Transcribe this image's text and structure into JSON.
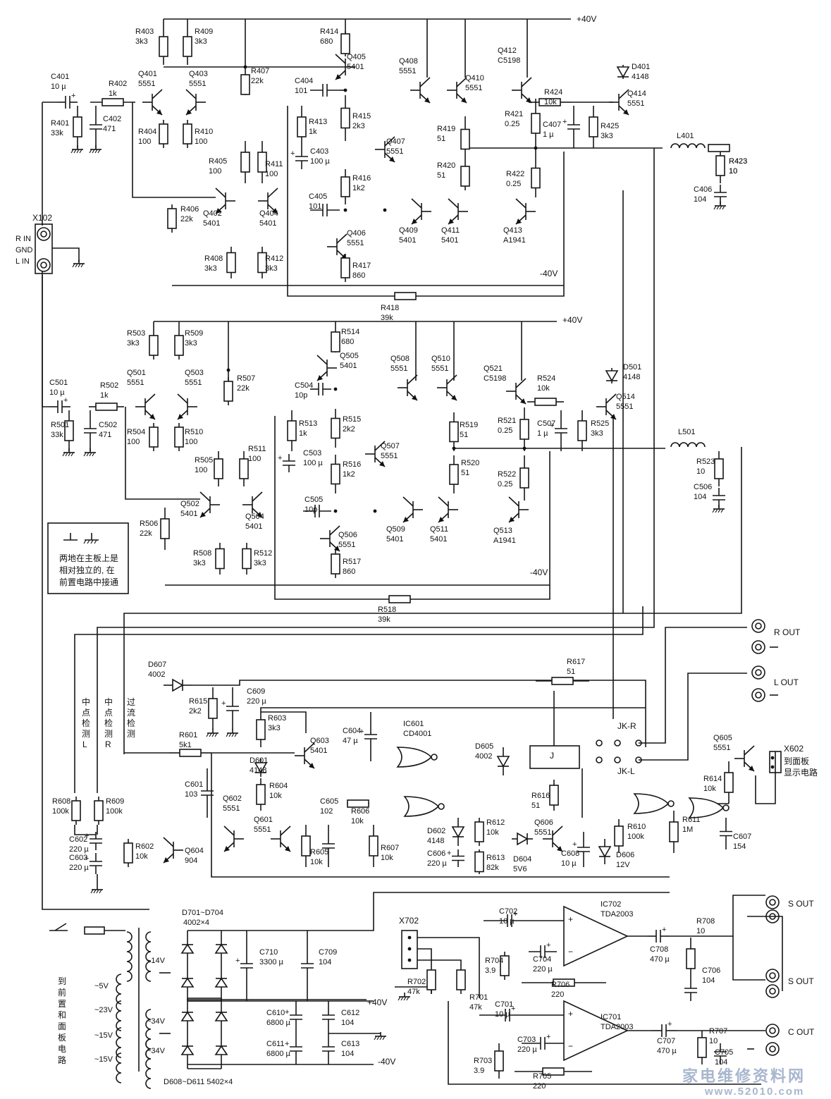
{
  "rails": {
    "pos40_a": "+40V",
    "pos40_b": "+40V",
    "neg40_a": "-40V",
    "neg40_b": "-40V",
    "pos40_c": "+40V",
    "neg40_c": "-40V"
  },
  "connectors": {
    "x102": "X102",
    "r_in": "R IN",
    "gnd": "GND",
    "l_in": "L IN",
    "r_out": "R OUT",
    "l_out": "L OUT",
    "x602": "X602",
    "x602_desc": [
      "到面板",
      "显示电路"
    ],
    "x702": "X702",
    "s_out_1": "S OUT",
    "s_out_2": "S OUT",
    "c_out": "C OUT",
    "jk_r": "JK-R",
    "jk_l": "JK-L",
    "relay": "J"
  },
  "note": {
    "lines": [
      "两地在主板上是",
      "相对独立的, 在",
      "前置电路中接通"
    ]
  },
  "detect_labels": [
    [
      "中",
      "点",
      "检",
      "测",
      "L"
    ],
    [
      "中",
      "点",
      "检",
      "测",
      "R"
    ],
    [
      "过",
      "流",
      "检",
      "测"
    ]
  ],
  "supply_note": [
    "到",
    "前",
    "置",
    "和",
    "面",
    "板",
    "电",
    "路"
  ],
  "supply_windings": [
    "~14V",
    "~34V",
    "~34V",
    "~5V",
    "~23V",
    "~15V",
    "~15V"
  ],
  "bridge_labels": [
    "D701~D704",
    "4002×4",
    "D608~D611  5402×4"
  ],
  "watermark": {
    "cn": "家电维修资料网",
    "url": "www.52010.com"
  },
  "components": {
    "ch_r": [
      [
        "R403",
        "3k3"
      ],
      [
        "R409",
        "3k3"
      ],
      [
        "R414",
        "680"
      ],
      [
        "Q405",
        "5401"
      ],
      [
        "Q408",
        "5551"
      ],
      [
        "Q412",
        "C5198"
      ],
      [
        "D401",
        "4148"
      ],
      [
        "C401",
        "10 µ"
      ],
      [
        "R402",
        "1k"
      ],
      [
        "Q401",
        "5551"
      ],
      [
        "Q403",
        "5551"
      ],
      [
        "R407",
        "22k"
      ],
      [
        "C404",
        "101"
      ],
      [
        "Q410",
        "5551"
      ],
      [
        "R424",
        "10k"
      ],
      [
        "Q414",
        "5551"
      ],
      [
        "R401",
        "33k"
      ],
      [
        "C402",
        "471"
      ],
      [
        "R413",
        "1k"
      ],
      [
        "R415",
        "2k3"
      ],
      [
        "R421",
        "0.25"
      ],
      [
        "C407",
        "1 µ"
      ],
      [
        "R425",
        "3k3"
      ],
      [
        "R404",
        "100"
      ],
      [
        "R410",
        "100"
      ],
      [
        "Q407",
        "5551"
      ],
      [
        "R419",
        "51"
      ],
      [
        "L401",
        ""
      ],
      [
        "C403",
        "100 µ"
      ],
      [
        "R405",
        "100"
      ],
      [
        "R411",
        "100"
      ],
      [
        "R420",
        "51"
      ],
      [
        "R422",
        "0.25"
      ],
      [
        "R423",
        "10"
      ],
      [
        "R416",
        "1k2"
      ],
      [
        "C406",
        "104"
      ],
      [
        "C405",
        "101"
      ],
      [
        "Q402",
        "5401"
      ],
      [
        "Q404",
        "5401"
      ],
      [
        "R406",
        "22k"
      ],
      [
        "Q409",
        "5401"
      ],
      [
        "Q411",
        "5401"
      ],
      [
        "Q413",
        "A1941"
      ],
      [
        "Q406",
        "5551"
      ],
      [
        "R408",
        "3k3"
      ],
      [
        "R412",
        "3k3"
      ],
      [
        "R417",
        "860"
      ],
      [
        "R418",
        "39k"
      ]
    ],
    "ch_l": [
      [
        "R503",
        "3k3"
      ],
      [
        "R509",
        "3k3"
      ],
      [
        "R514",
        "680"
      ],
      [
        "Q505",
        "5401"
      ],
      [
        "Q508",
        "5551"
      ],
      [
        "Q510",
        "5551"
      ],
      [
        "Q521",
        "C5198"
      ],
      [
        "D501",
        "4148"
      ],
      [
        "Q501",
        "5551"
      ],
      [
        "Q503",
        "5551"
      ],
      [
        "R507",
        "22k"
      ],
      [
        "C504",
        "10p"
      ],
      [
        "R524",
        "10k"
      ],
      [
        "Q514",
        "5551"
      ],
      [
        "C501",
        "10 µ"
      ],
      [
        "R502",
        "1k"
      ],
      [
        "R501",
        "33k"
      ],
      [
        "C502",
        "471"
      ],
      [
        "R513",
        "1k"
      ],
      [
        "R515",
        "2k2"
      ],
      [
        "R521",
        "0.25"
      ],
      [
        "C507",
        "1 µ"
      ],
      [
        "R525",
        "3k3"
      ],
      [
        "R504",
        "100"
      ],
      [
        "R510",
        "100"
      ],
      [
        "Q507",
        "5551"
      ],
      [
        "R519",
        "51"
      ],
      [
        "L501",
        ""
      ],
      [
        "C503",
        "100 µ"
      ],
      [
        "R505",
        "100"
      ],
      [
        "R511",
        "100"
      ],
      [
        "R520",
        "51"
      ],
      [
        "R522",
        "0.25"
      ],
      [
        "R523",
        "10"
      ],
      [
        "R516",
        "1k2"
      ],
      [
        "C506",
        "104"
      ],
      [
        "C505",
        "10p"
      ],
      [
        "Q502",
        "5401"
      ],
      [
        "Q504",
        "5401"
      ],
      [
        "R506",
        "22k"
      ],
      [
        "Q509",
        "5401"
      ],
      [
        "Q511",
        "5401"
      ],
      [
        "Q513",
        "A1941"
      ],
      [
        "Q506",
        "5551"
      ],
      [
        "R508",
        "3k3"
      ],
      [
        "R512",
        "3k3"
      ],
      [
        "R517",
        "860"
      ],
      [
        "R518",
        "39k"
      ]
    ],
    "protect": [
      [
        "D607",
        "4002"
      ],
      [
        "R617",
        "51"
      ],
      [
        "R615",
        "2k2"
      ],
      [
        "C609",
        "220 µ"
      ],
      [
        "R601",
        "5k1"
      ],
      [
        "R603",
        "3k3"
      ],
      [
        "Q603",
        "5401"
      ],
      [
        "C604",
        "47 µ"
      ],
      [
        "IC601",
        "CD4001"
      ],
      [
        "D605",
        "4002"
      ],
      [
        "Q605",
        "5551"
      ],
      [
        "D601",
        "4148"
      ],
      [
        "R604",
        "10k"
      ],
      [
        "R616",
        "51"
      ],
      [
        "R614",
        "10k"
      ],
      [
        "C601",
        "103"
      ],
      [
        "Q602",
        "5551"
      ],
      [
        "Q601",
        "5551"
      ],
      [
        "C605",
        "102"
      ],
      [
        "R606",
        "10k"
      ],
      [
        "D602",
        "4148"
      ],
      [
        "R612",
        "10k"
      ],
      [
        "Q606",
        "5551"
      ],
      [
        "R610",
        "100k"
      ],
      [
        "R611",
        "1M"
      ],
      [
        "R608",
        "100k"
      ],
      [
        "R609",
        "100k"
      ],
      [
        "C607",
        "154"
      ],
      [
        "C602",
        "220 µ"
      ],
      [
        "R602",
        "10k"
      ],
      [
        "Q604",
        "904"
      ],
      [
        "R605",
        "10k"
      ],
      [
        "R607",
        "10k"
      ],
      [
        "C606",
        "220 µ"
      ],
      [
        "R613",
        "82k"
      ],
      [
        "D604",
        "5V6"
      ],
      [
        "C608",
        "10 µ"
      ],
      [
        "D606",
        "12V"
      ],
      [
        "C603",
        "220 µ"
      ]
    ],
    "power": [
      [
        "C710",
        "3300 µ"
      ],
      [
        "C709",
        "104"
      ],
      [
        "C610",
        "6800 µ"
      ],
      [
        "C612",
        "104"
      ],
      [
        "C611",
        "6800 µ"
      ],
      [
        "C613",
        "104"
      ],
      [
        "R702",
        "47k"
      ],
      [
        "R701",
        "47k"
      ],
      [
        "C702",
        "10 µ"
      ],
      [
        "IC702",
        "TDA2003"
      ],
      [
        "C704",
        "220 µ"
      ],
      [
        "R704",
        "3.9"
      ],
      [
        "R706",
        "220"
      ],
      [
        "C708",
        "470 µ"
      ],
      [
        "R708",
        "10"
      ],
      [
        "C706",
        "104"
      ],
      [
        "C701",
        "10 µ"
      ],
      [
        "IC701",
        "TDA2003"
      ],
      [
        "C703",
        "220 µ"
      ],
      [
        "R703",
        "3.9"
      ],
      [
        "R705",
        "220"
      ],
      [
        "C707",
        "470 µ"
      ],
      [
        "R707",
        "10"
      ],
      [
        "C705",
        "104"
      ]
    ]
  }
}
